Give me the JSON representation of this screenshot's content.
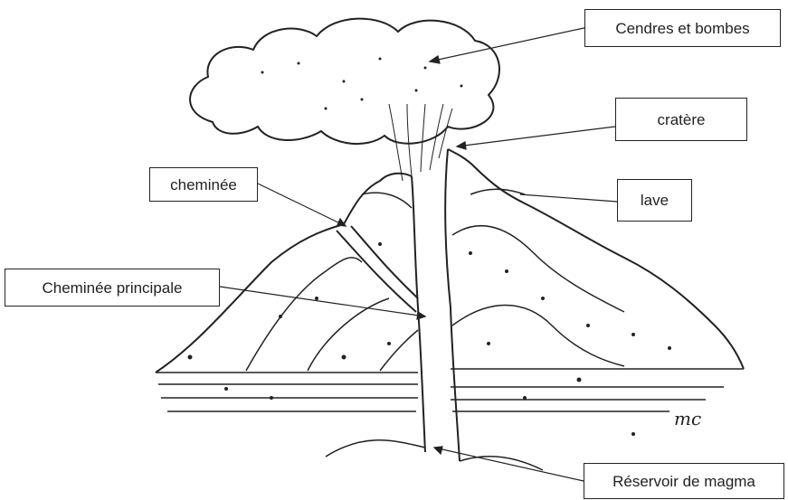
{
  "labels": {
    "ash": "Cendres et bombes",
    "crater": "cratère",
    "vent": "cheminée",
    "lava": "lave",
    "main_vent": "Cheminée principale",
    "magma": "Réservoir de magma"
  },
  "signature": "mc",
  "colors": {
    "ink": "#222222",
    "background": "#ffffff"
  }
}
